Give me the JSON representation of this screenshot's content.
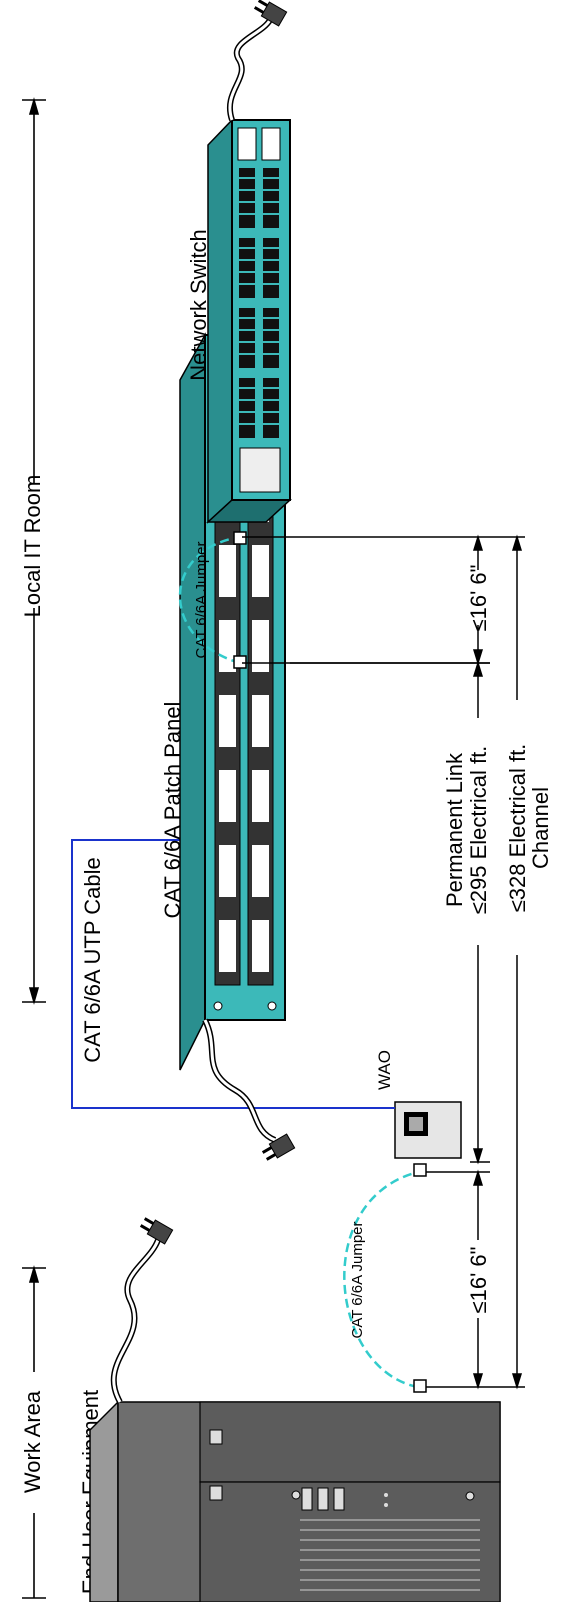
{
  "labels": {
    "end_user": "End-User Equipment",
    "work_area": "Work Area",
    "local_it_room": "Local IT Room",
    "network_switch": "Network Switch",
    "patch_panel": "CAT 6/6A Patch Panel",
    "utp_cable": "CAT 6/6A UTP Cable",
    "wao": "WAO",
    "permanent_link": "Permanent Link",
    "link_length": "≤295 Electrical ft.",
    "channel_length": "≤328 Electrical ft.",
    "channel": "Channel",
    "jumper_top": "CAT 6/6A Jumper",
    "jumper_bottom": "CAT 6/6A Jumper",
    "jumper_len_top": "≤16' 6\"",
    "jumper_len_bottom": "≤16' 6\""
  },
  "colors": {
    "teal": "#3cb9b9",
    "teal_dark": "#2a8f8f",
    "computer_gray": "#6e6e6e",
    "cable_blue": "#1a33cc",
    "jumper_dash": "#33cccc"
  },
  "icons": {
    "plug": "power-plug-icon",
    "rj45": "rj45-connector-icon"
  }
}
